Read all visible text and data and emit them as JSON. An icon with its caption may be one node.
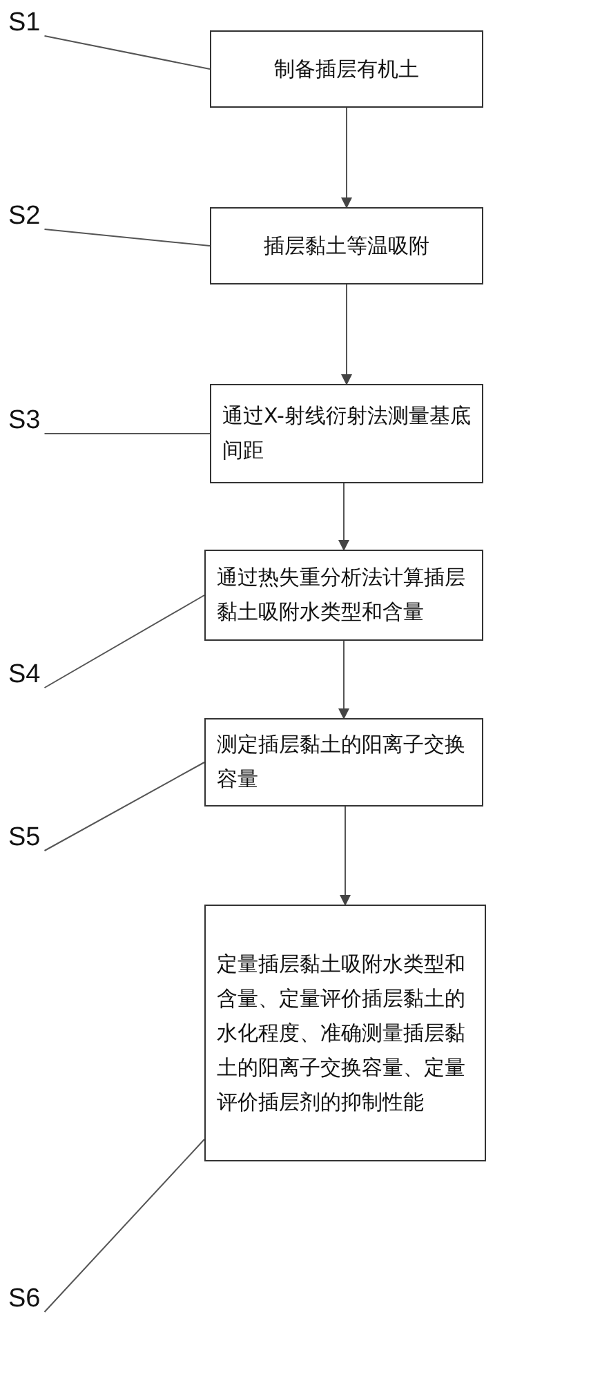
{
  "diagram": {
    "nodes": [
      {
        "text": [
          "S1"
        ]
      },
      {
        "text": [
          "制备插层有机土"
        ]
      },
      {
        "text": [
          "S2"
        ]
      },
      {
        "text": [
          "插层黏土等温吸附"
        ]
      },
      {
        "text": [
          "S3"
        ]
      },
      {
        "text": [
          "通过X-射线衍射法测量基底间距"
        ]
      },
      {
        "text": [
          "S4"
        ]
      },
      {
        "text": [
          "通过热失重分析法计算插层黏土吸附水类型和含量"
        ]
      },
      {
        "text": [
          "S5"
        ]
      },
      {
        "text": [
          "测定插层黏土的阳离子交换容量"
        ]
      },
      {
        "text": [
          "S6"
        ]
      },
      {
        "text": [
          "定量插层黏土吸附水类型和含量、定量评价插层黏土的水化程度、准确测量插层黏土的阳离子交换容量、定量评价插层剂的抑制性能"
        ]
      }
    ],
    "edges": [
      {
        "from": 0,
        "to": 1,
        "arrow": "none"
      },
      {
        "from": 1,
        "to": 3,
        "arrow": "to"
      },
      {
        "from": 2,
        "to": 3,
        "arrow": "none"
      },
      {
        "from": 3,
        "to": 5,
        "arrow": "to"
      },
      {
        "from": 4,
        "to": 5,
        "arrow": "none"
      },
      {
        "from": 5,
        "to": 7,
        "arrow": "to"
      },
      {
        "from": 6,
        "to": 7,
        "arrow": "none"
      },
      {
        "from": 7,
        "to": 9,
        "arrow": "to"
      },
      {
        "from": 8,
        "to": 9,
        "arrow": "none"
      },
      {
        "from": 9,
        "to": 11,
        "arrow": "to"
      },
      {
        "from": 10,
        "to": 11,
        "arrow": "none"
      }
    ]
  }
}
